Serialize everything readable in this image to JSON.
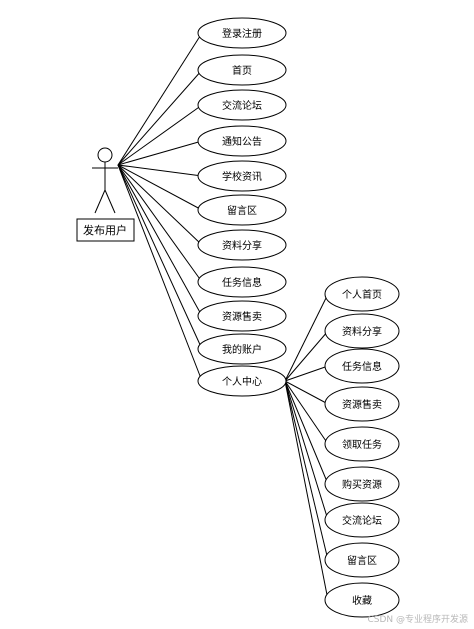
{
  "actor": {
    "label": "发布用户"
  },
  "use_cases": [
    {
      "id": "uc1",
      "label": "登录注册"
    },
    {
      "id": "uc2",
      "label": "首页"
    },
    {
      "id": "uc3",
      "label": "交流论坛"
    },
    {
      "id": "uc4",
      "label": "通知公告"
    },
    {
      "id": "uc5",
      "label": "学校资讯"
    },
    {
      "id": "uc6",
      "label": "留言区"
    },
    {
      "id": "uc7",
      "label": "资料分享"
    },
    {
      "id": "uc8",
      "label": "任务信息"
    },
    {
      "id": "uc9",
      "label": "资源售卖"
    },
    {
      "id": "uc10",
      "label": "我的账户"
    },
    {
      "id": "uc11",
      "label": "个人中心"
    }
  ],
  "sub_use_cases": [
    {
      "id": "s1",
      "label": "个人首页"
    },
    {
      "id": "s2",
      "label": "资料分享"
    },
    {
      "id": "s3",
      "label": "任务信息"
    },
    {
      "id": "s4",
      "label": "资源售卖"
    },
    {
      "id": "s5",
      "label": "领取任务"
    },
    {
      "id": "s6",
      "label": "购买资源"
    },
    {
      "id": "s7",
      "label": "交流论坛"
    },
    {
      "id": "s8",
      "label": "留言区"
    },
    {
      "id": "s9",
      "label": "收藏"
    }
  ],
  "watermark": "CSDN @专业程序开发源"
}
